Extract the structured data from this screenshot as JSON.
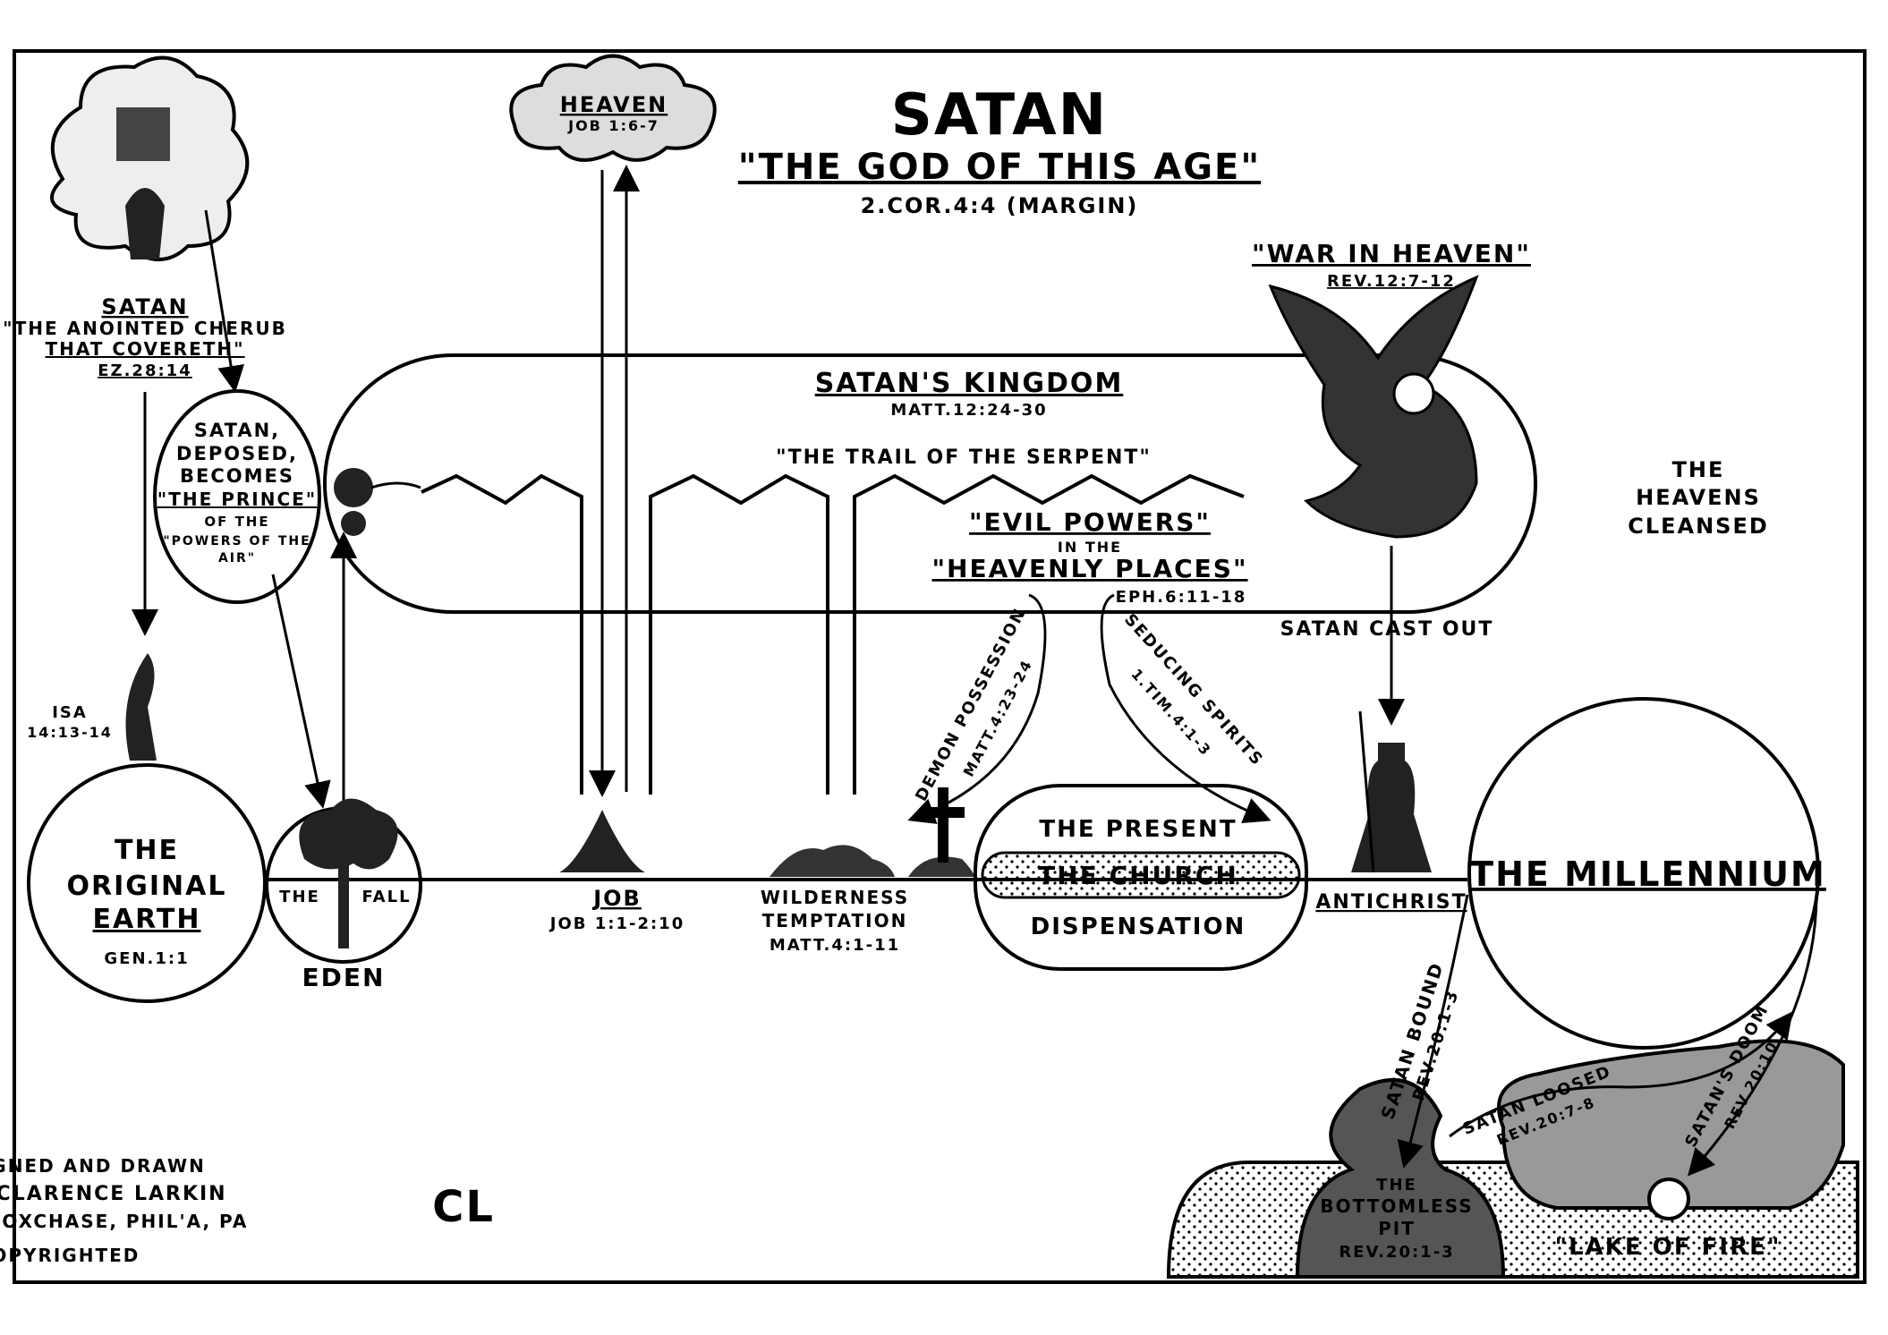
{
  "title": {
    "main": "SATAN",
    "subtitle": "\"THE GOD OF THIS AGE\"",
    "reference": "2.COR.4:4 (MARGIN)"
  },
  "heaven": {
    "label": "HEAVEN",
    "reference": "JOB 1:6-7"
  },
  "anointed_cherub": {
    "lines": [
      "SATAN",
      "\"THE ANOINTED CHERUB",
      "THAT COVERETH\"",
      "EZ.28:14"
    ]
  },
  "deposed": {
    "lines": [
      "SATAN,",
      "DEPOSED,",
      "BECOMES",
      "\"THE PRINCE\"",
      "OF THE",
      "\"POWERS OF THE",
      "AIR\""
    ]
  },
  "kingdom": {
    "label": "SATAN'S KINGDOM",
    "reference": "MATT.12:24-30",
    "trail": "\"THE TRAIL OF THE SERPENT\""
  },
  "evil_powers": {
    "line1": "\"EVIL POWERS\"",
    "line2": "IN THE",
    "line3": "\"HEAVENLY PLACES\"",
    "reference": "EPH.6:11-18"
  },
  "war": {
    "label": "\"WAR IN HEAVEN\"",
    "reference": "REV.12:7-12",
    "cast_out": "SATAN CAST OUT"
  },
  "heavens_cleansed": [
    "THE",
    "HEAVENS",
    "CLEANSED"
  ],
  "isa": [
    "ISA",
    "14:13-14"
  ],
  "original_earth": [
    "THE",
    "ORIGINAL",
    "EARTH",
    "GEN.1:1"
  ],
  "eden": {
    "the": "THE",
    "fall": "FALL",
    "label": "EDEN"
  },
  "job": {
    "label": "JOB",
    "reference": "JOB 1:1-2:10"
  },
  "wilderness": [
    "WILDERNESS",
    "TEMPTATION",
    "MATT.4:1-11"
  ],
  "demon": {
    "label": "DEMON POSSESSION",
    "reference": "MATT.4:23-24"
  },
  "seducing": {
    "label": "SEDUCING SPIRITS",
    "reference": "1.TIM.4:1-3"
  },
  "church": {
    "line1": "THE PRESENT",
    "line2": "THE CHURCH",
    "line3": "DISPENSATION"
  },
  "antichrist": "ANTICHRIST",
  "millennium": "THE MILLENNIUM",
  "bound": {
    "label": "SATAN BOUND",
    "reference": "REV.20:1-3"
  },
  "loosed": {
    "label": "SATAN LOOSED",
    "reference": "REV.20:7-8"
  },
  "doom": {
    "label": "SATAN'S DOOM",
    "reference": "REV.20:10"
  },
  "pit": [
    "THE",
    "BOTTOMLESS",
    "PIT",
    "REV.20:1-3"
  ],
  "lake": "\"LAKE OF FIRE\"",
  "credits": [
    "DESIGNED AND DRAWN",
    "BY CLARENCE LARKIN",
    "FOXCHASE, PHIL'A, PA",
    "COPYRIGHTED"
  ],
  "monogram": "CL"
}
